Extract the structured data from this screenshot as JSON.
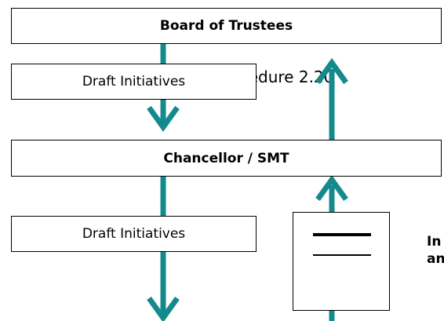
{
  "diagram": {
    "board_label": "Board of Trustees",
    "chancellor_label": "Chancellor / SMT",
    "draft_top_label": "Draft Initiatives",
    "draft_bottom_label": "Draft Initiatives",
    "procedure_text": "Procedure 2.20",
    "side_text_line1": "In",
    "side_text_line2": "an"
  },
  "colors": {
    "arrow": "#148a8c",
    "border": "#000000",
    "background": "#ffffff"
  },
  "icons": {
    "document": "document-icon"
  }
}
